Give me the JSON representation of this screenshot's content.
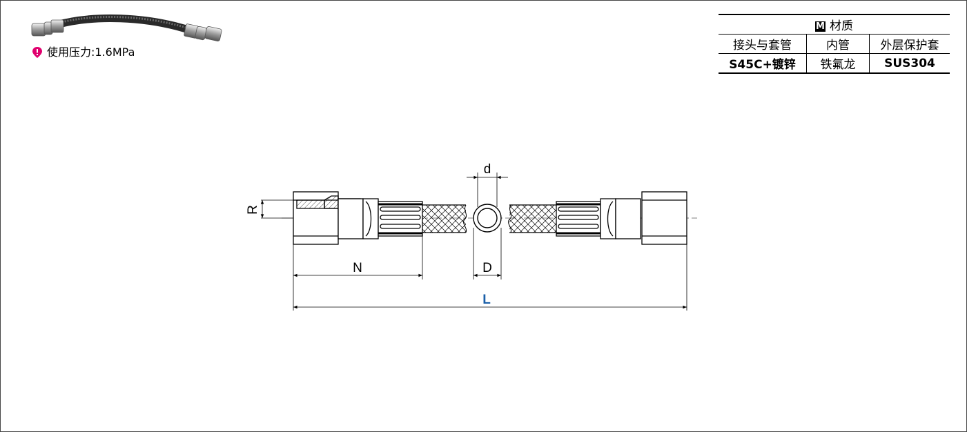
{
  "pressure": {
    "text": "使用压力:1.6MPa"
  },
  "material_table": {
    "title_icon": "M",
    "title": "材质",
    "headers": [
      "接头与套管",
      "内管",
      "外层保护套"
    ],
    "values": [
      "S45C+镀锌",
      "铁氟龙",
      "SUS304"
    ]
  },
  "dimensions": {
    "d": "d",
    "D": "D",
    "R": "R",
    "N": "N",
    "L": "L"
  },
  "colors": {
    "pin": "#e0006e",
    "L_label": "#1a5fa8",
    "line": "#000000"
  }
}
